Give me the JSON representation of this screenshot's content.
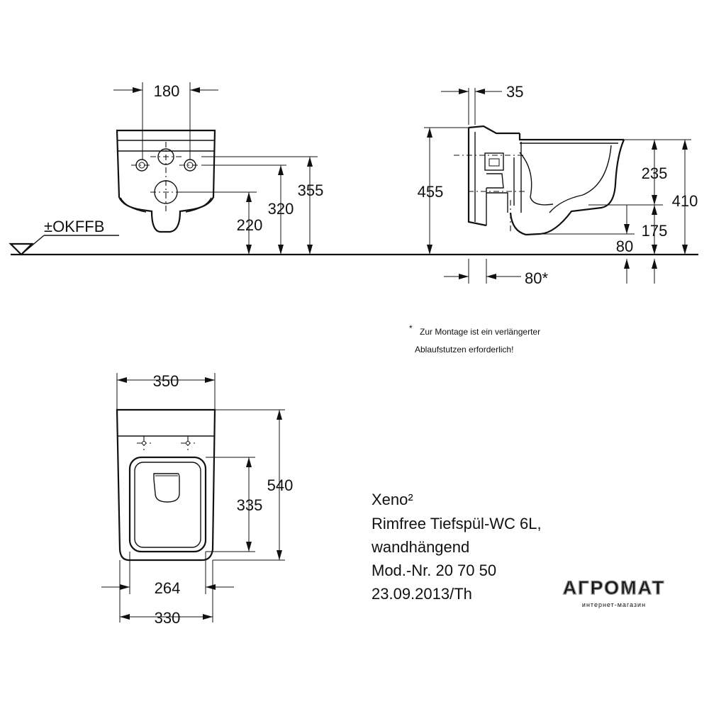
{
  "front_view": {
    "dim_width": "180",
    "dim_height_outer": "355",
    "dim_height_mid": "320",
    "dim_height_low": "220",
    "floor_label": "±OKFFB"
  },
  "side_view": {
    "dim_top": "35",
    "dim_total_height": "455",
    "dim_235": "235",
    "dim_410": "410",
    "dim_175": "175",
    "dim_80": "80",
    "dim_80_star": "80*"
  },
  "footnote": {
    "line1": "Zur Montage ist ein verlängerter",
    "line2": "Ablaufstutzen erforderlich!",
    "marker": "*"
  },
  "top_view": {
    "dim_350": "350",
    "dim_540": "540",
    "dim_335": "335",
    "dim_264": "264",
    "dim_330": "330"
  },
  "title_block": {
    "line1": "Xeno²",
    "line2": "Rimfree Tiefspül-WC 6L,",
    "line3": "wandhängend",
    "line4": "Mod.-Nr. 20 70 50",
    "line5": "23.09.2013/Th"
  },
  "watermark": {
    "main": "АГРОМАТ",
    "sub": "интернет-магазин"
  }
}
